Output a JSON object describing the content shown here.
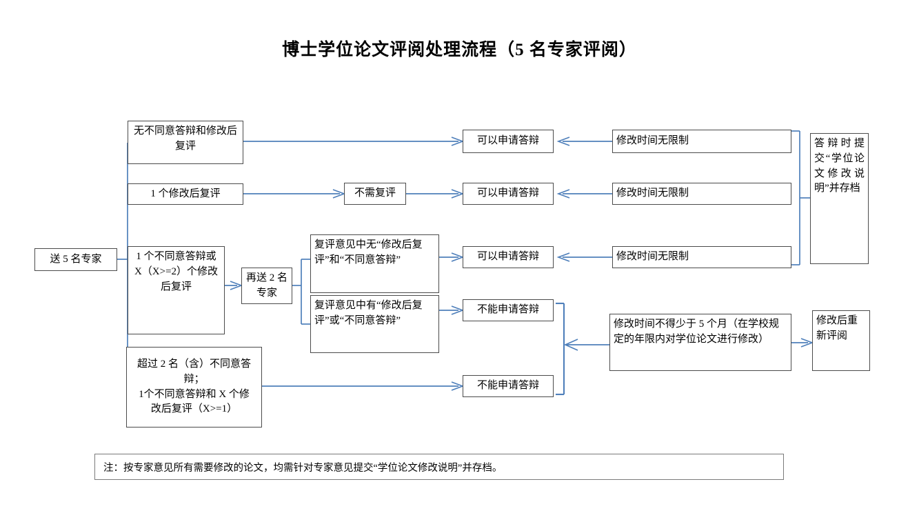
{
  "title": "博士学位论文评阅处理流程（5 名专家评阅）",
  "nodes": {
    "start": "送 5 名专家",
    "branch_no_objection": "无不同意答辩和修改后复评",
    "branch_one_revise": "1 个修改后复评",
    "branch_one_objection": "1 个不同意答辩或 X（X>=2）个修改后复评",
    "branch_over_two": "超过 2 名（含）不同意答辩；\n1个不同意答辩和 X 个修改后复评（X>=1）",
    "branch_over_two_line1": "超过 2 名（含）不同意答",
    "branch_over_two_line2": "辩；",
    "branch_over_two_line3": "1个不同意答辩和 X 个修",
    "branch_over_two_line4": "改后复评（X>=1）",
    "send_two_more": "再送 2 名专家",
    "no_review_needed": "不需复评",
    "review_no_issue": "复评意见中无“修改后复评”和“不同意答辩”",
    "review_has_issue": "复评意见中有“修改后复评”或“不同意答辩”",
    "can_defend_1": "可以申请答辩",
    "can_defend_2": "可以申请答辩",
    "can_defend_3": "可以申请答辩",
    "cannot_defend_1": "不能申请答辩",
    "cannot_defend_2": "不能申请答辩",
    "unlimited_time_1": "修改时间无限制",
    "unlimited_time_2": "修改时间无限制",
    "unlimited_time_3": "修改时间无限制",
    "archive": "答辩时提交“学位论文修改说明”并存档",
    "min_five_months": "修改时间不得少于 5 个月（在学校规定的年限内对学位论文进行修改）",
    "re_review": "修改后重新评阅"
  },
  "footer": {
    "note": "注：按专家意见所有需要修改的论文，均需针对专家意见提交“学位论文修改说明”并存档。"
  },
  "colors": {
    "connector": "#4e7fba",
    "box_border": "#4a4a4a",
    "text": "#000000",
    "background": "#ffffff"
  }
}
